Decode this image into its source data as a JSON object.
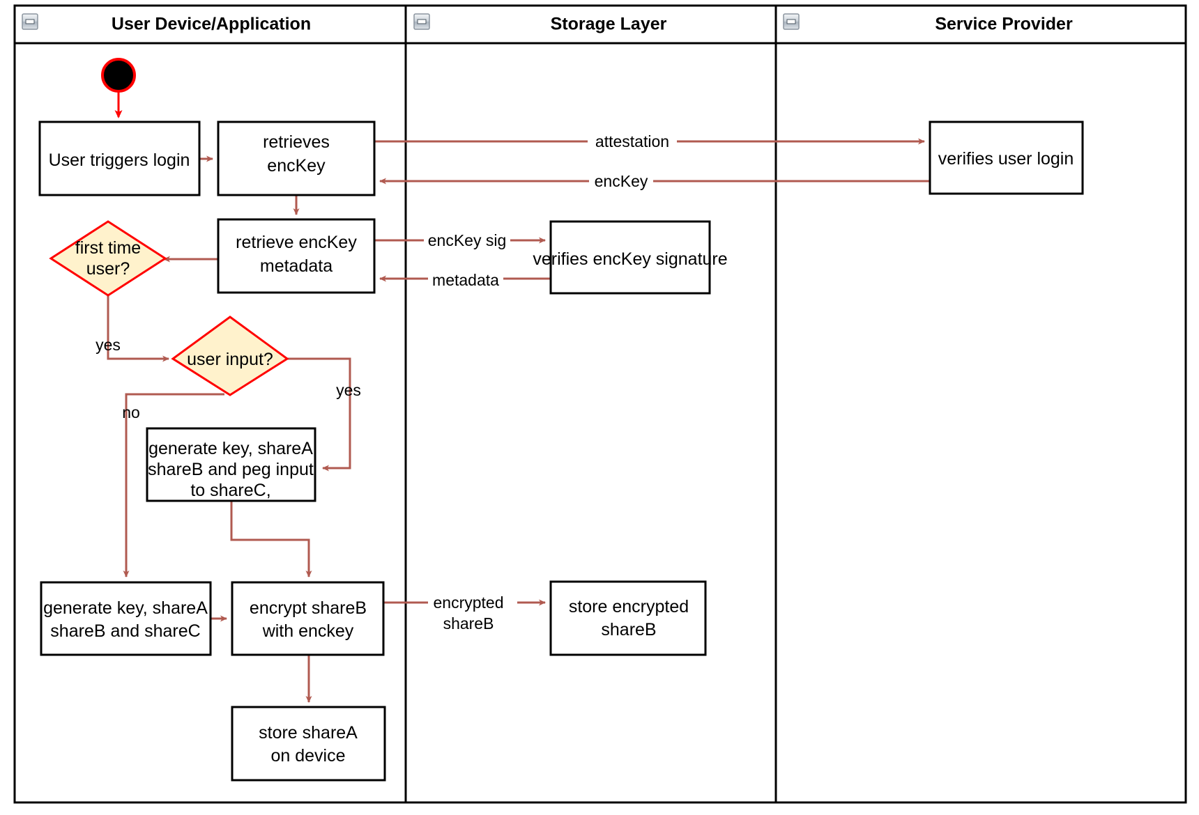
{
  "diagram": {
    "title": "User login and key share activity diagram",
    "type": "uml-activity-swimlane",
    "colors": {
      "frame_stroke": "#000000",
      "node_fill": "#ffffff",
      "node_stroke": "#000000",
      "decision_fill": "#fff2cc",
      "decision_stroke": "#ff0000",
      "connector": "#b05a50",
      "start_connector": "#ff0000",
      "start_node_fill": "#000000",
      "start_node_stroke": "#ff0000",
      "canvas": "#ffffff"
    }
  },
  "lanes": [
    {
      "id": "lane-user-device",
      "title": "User Device/Application",
      "collapse_icon": "minus-square-icon"
    },
    {
      "id": "lane-storage",
      "title": "Storage Layer",
      "collapse_icon": "minus-square-icon"
    },
    {
      "id": "lane-service-provider",
      "title": "Service Provider",
      "collapse_icon": "minus-square-icon"
    }
  ],
  "nodes": [
    {
      "id": "start",
      "kind": "initial-node",
      "lane": "lane-user-device",
      "label": ""
    },
    {
      "id": "user-triggers-login",
      "kind": "action",
      "lane": "lane-user-device",
      "lines": [
        "User triggers login"
      ]
    },
    {
      "id": "retrieves-enckey",
      "kind": "action",
      "lane": "lane-user-device",
      "lines": [
        "retrieves",
        "encKey"
      ]
    },
    {
      "id": "verifies-user-login",
      "kind": "action",
      "lane": "lane-service-provider",
      "lines": [
        "verifies user login"
      ]
    },
    {
      "id": "retrieve-enckey-metadata",
      "kind": "action",
      "lane": "lane-user-device",
      "lines": [
        "retrieve encKey",
        "metadata"
      ]
    },
    {
      "id": "verifies-enckey-signature",
      "kind": "action",
      "lane": "lane-storage",
      "lines": [
        "verifies encKey signature"
      ]
    },
    {
      "id": "first-time-user",
      "kind": "decision",
      "lane": "lane-user-device",
      "lines": [
        "first time",
        "user?"
      ]
    },
    {
      "id": "user-input",
      "kind": "decision",
      "lane": "lane-user-device",
      "lines": [
        "user input?"
      ]
    },
    {
      "id": "generate-peg-input",
      "kind": "action",
      "lane": "lane-user-device",
      "lines": [
        "generate key, shareA",
        "shareB and peg input",
        "to shareC,"
      ]
    },
    {
      "id": "generate-shares",
      "kind": "action",
      "lane": "lane-user-device",
      "lines": [
        "generate key, shareA",
        "shareB and shareC"
      ]
    },
    {
      "id": "encrypt-shareb",
      "kind": "action",
      "lane": "lane-user-device",
      "lines": [
        "encrypt shareB",
        "with enckey"
      ]
    },
    {
      "id": "store-encrypted-shareb",
      "kind": "action",
      "lane": "lane-storage",
      "lines": [
        "store encrypted",
        "shareB"
      ]
    },
    {
      "id": "store-sharea",
      "kind": "action",
      "lane": "lane-user-device",
      "lines": [
        "store shareA",
        "on device"
      ]
    }
  ],
  "edges": [
    {
      "id": "e-start",
      "from": "start",
      "to": "user-triggers-login",
      "label": ""
    },
    {
      "id": "e-login-retrieve",
      "from": "user-triggers-login",
      "to": "retrieves-enckey",
      "label": ""
    },
    {
      "id": "e-attestation",
      "from": "retrieves-enckey",
      "to": "verifies-user-login",
      "label": "attestation"
    },
    {
      "id": "e-enckey",
      "from": "verifies-user-login",
      "to": "retrieves-enckey",
      "label": "encKey"
    },
    {
      "id": "e-retrieve-meta",
      "from": "retrieves-enckey",
      "to": "retrieve-enckey-metadata",
      "label": ""
    },
    {
      "id": "e-enckey-sig",
      "from": "retrieve-enckey-metadata",
      "to": "verifies-enckey-signature",
      "label": "encKey sig"
    },
    {
      "id": "e-metadata",
      "from": "verifies-enckey-signature",
      "to": "retrieve-enckey-metadata",
      "label": "metadata"
    },
    {
      "id": "e-meta-firsttime",
      "from": "retrieve-enckey-metadata",
      "to": "first-time-user",
      "label": ""
    },
    {
      "id": "e-yes-userinput",
      "from": "first-time-user",
      "to": "user-input",
      "label": "yes"
    },
    {
      "id": "e-no-generate",
      "from": "user-input",
      "to": "generate-shares",
      "label": "no"
    },
    {
      "id": "e-yes-peg",
      "from": "user-input",
      "to": "generate-peg-input",
      "label": "yes"
    },
    {
      "id": "e-peg-encrypt",
      "from": "generate-peg-input",
      "to": "encrypt-shareb",
      "label": ""
    },
    {
      "id": "e-generate-encrypt",
      "from": "generate-shares",
      "to": "encrypt-shareb",
      "label": ""
    },
    {
      "id": "e-encrypted-shareb",
      "from": "encrypt-shareb",
      "to": "store-encrypted-shareb",
      "label": "encrypted shareB",
      "label_lines": [
        "encrypted",
        "shareB"
      ]
    },
    {
      "id": "e-store-sharea",
      "from": "encrypt-shareb",
      "to": "store-sharea",
      "label": ""
    }
  ]
}
